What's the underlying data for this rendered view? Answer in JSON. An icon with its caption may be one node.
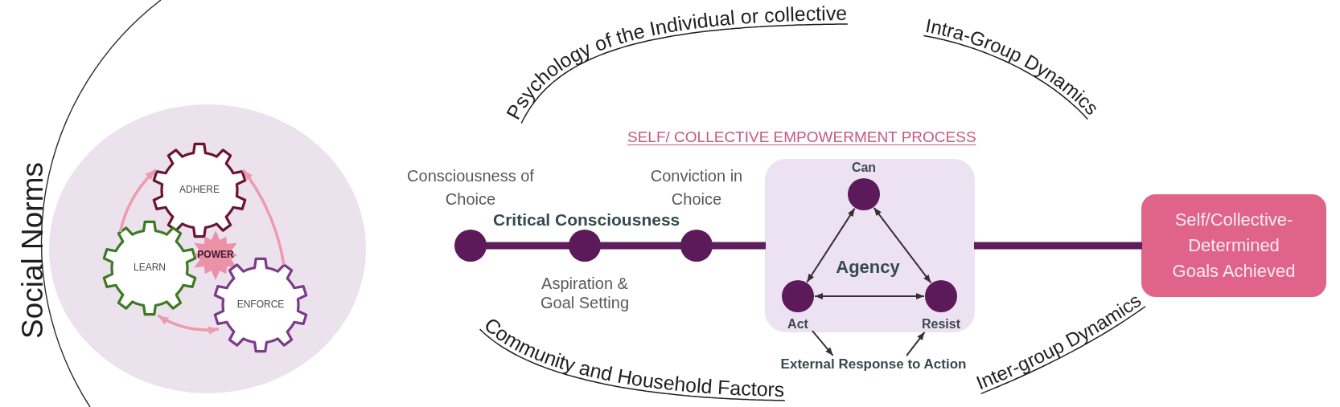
{
  "diagram": {
    "nodes": [
      {
        "text": [
          "ADHERE"
        ]
      },
      {
        "text": [
          "LEARN"
        ]
      },
      {
        "text": [
          "POWER"
        ]
      },
      {
        "text": [
          "ENFORCE"
        ]
      },
      {
        "text": [],
        "shape": "circle",
        "beside": [
          "Consciousness of Choice"
        ]
      },
      {
        "text": [],
        "shape": "circle",
        "beside": [
          "Aspiration & Goal Setting"
        ]
      },
      {
        "text": [],
        "shape": "circle",
        "beside": [
          "Conviction in Choice"
        ]
      },
      {
        "text": [
          "Agency"
        ]
      },
      {
        "text": [
          "Can"
        ],
        "in": 7
      },
      {
        "text": [
          "Act"
        ],
        "in": 7
      },
      {
        "text": [
          "Resist"
        ],
        "in": 7
      },
      {
        "text": [
          "External Response to Action"
        ]
      },
      {
        "text": [
          "Self/Collective- Determined Goals Achieved"
        ]
      }
    ],
    "edges": [
      {
        "from": 1,
        "to": 0,
        "arrow": "to",
        "color": "#ec9cae"
      },
      {
        "from": 3,
        "to": 0,
        "arrow": "to",
        "color": "#ec9cae"
      },
      {
        "from": 1,
        "to": 3,
        "arrow": "both",
        "color": "#ec9cae"
      },
      {
        "from": 4,
        "to": 5,
        "arrow": "none",
        "style": "thick",
        "color": "#5e1d5c"
      },
      {
        "from": 5,
        "to": 6,
        "arrow": "none",
        "style": "thick",
        "color": "#5e1d5c"
      },
      {
        "from": 6,
        "to": 7,
        "arrow": "none",
        "style": "thick",
        "color": "#5e1d5c"
      },
      {
        "from": 7,
        "to": 12,
        "arrow": "none",
        "style": "thick",
        "color": "#5e1d5c"
      },
      {
        "from": 8,
        "to": 9,
        "arrow": "both"
      },
      {
        "from": 8,
        "to": 10,
        "arrow": "both"
      },
      {
        "from": 9,
        "to": 10,
        "arrow": "both"
      },
      {
        "from": 9,
        "to": 11,
        "arrow": "to"
      },
      {
        "from": 11,
        "to": 10,
        "arrow": "to"
      }
    ],
    "labels": [
      "Social Norms",
      "Psychology of the Individual or collective",
      "Intra-Group Dynamics",
      "SELF/ COLLECTIVE EMPOWERMENT PROCESS",
      "Critical Consciousness",
      "Community and Household Factors",
      "Inter-group Dynamics"
    ]
  }
}
